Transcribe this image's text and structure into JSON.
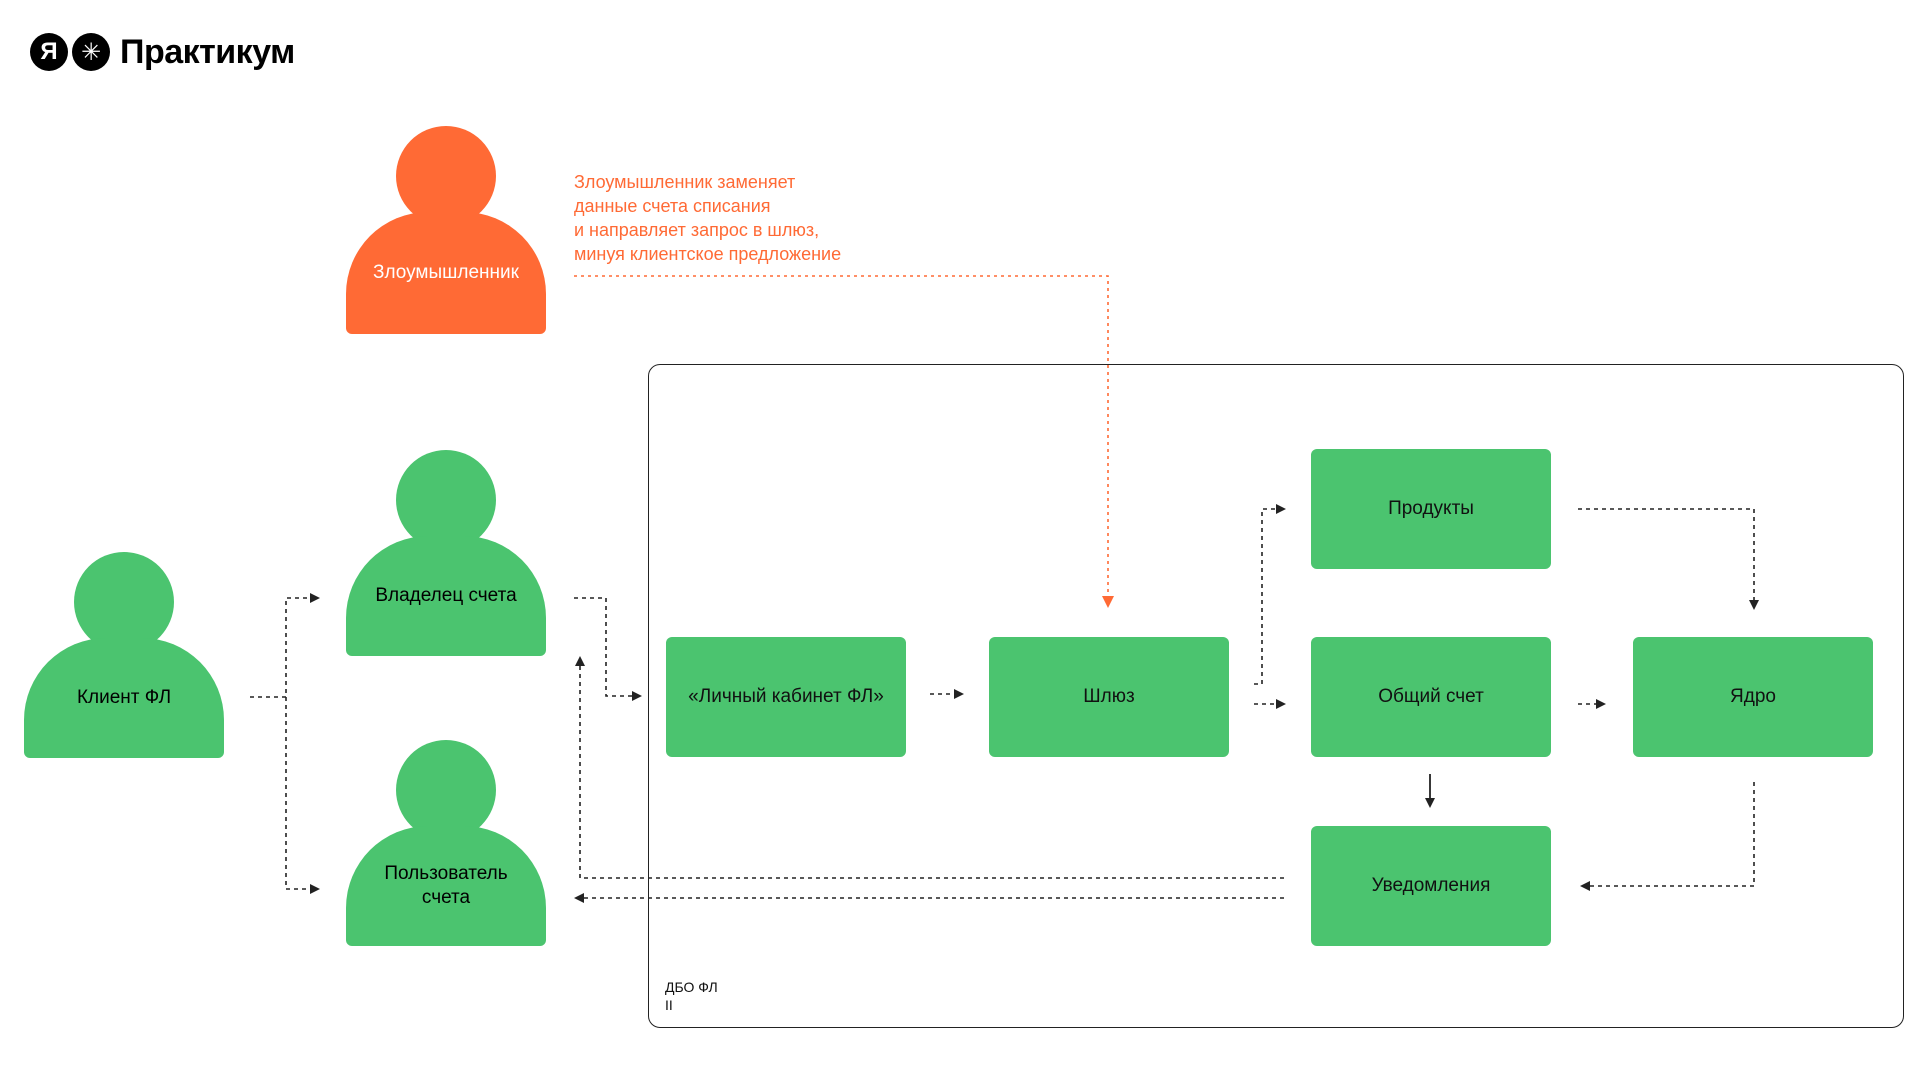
{
  "brand": {
    "logo_letter": "Я",
    "logo_symbol": "✳",
    "name": "Практикум"
  },
  "colors": {
    "actor_green": "#4bc46f",
    "attacker_orange": "#ff6a35",
    "arrow_dark": "#222222"
  },
  "actors": {
    "attacker": "Злоумышленник",
    "client": "Клиент ФЛ",
    "owner": "Владелец счета",
    "user": "Пользователь счета"
  },
  "note": {
    "lines": [
      "Злоумышленник заменяет",
      "данные счета списания",
      "и направляет запрос в шлюз,",
      "минуя клиентское предложение"
    ]
  },
  "system": {
    "label_line1": "ДБО ФЛ",
    "label_line2": "II",
    "boxes": {
      "cabinet": "«Личный кабинет ФЛ»",
      "gateway": "Шлюз",
      "products": "Продукты",
      "account": "Общий счет",
      "core": "Ядро",
      "notifications": "Уведомления"
    }
  }
}
